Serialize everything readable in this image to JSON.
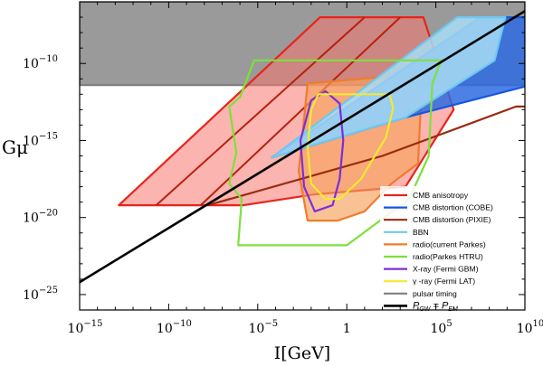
{
  "chart_data": {
    "type": "area",
    "xlabel": "I[GeV]",
    "ylabel": "Gμ",
    "x_scale": "log",
    "y_scale": "log",
    "xlim_log10": [
      -15,
      10
    ],
    "ylim_log10": [
      -26,
      -6
    ],
    "xticks": [
      {
        "pow": -15,
        "label": "10",
        "exp": "−15"
      },
      {
        "pow": -10,
        "label": "10",
        "exp": "−10"
      },
      {
        "pow": -5,
        "label": "10",
        "exp": "−5"
      },
      {
        "pow": 0,
        "label": "1",
        "exp": ""
      },
      {
        "pow": 5,
        "label": "10",
        "exp": "5"
      },
      {
        "pow": 10,
        "label": "10",
        "exp": "10"
      }
    ],
    "yticks": [
      {
        "pow": -10,
        "label": "10",
        "exp": "−10"
      },
      {
        "pow": -15,
        "label": "10",
        "exp": "−15"
      },
      {
        "pow": -20,
        "label": "10",
        "exp": "−20"
      },
      {
        "pow": -25,
        "label": "10",
        "exp": "−25"
      }
    ],
    "series": [
      {
        "name": "CMB anisotropy",
        "color": "#e8241b",
        "fill": "#f8766d",
        "opacity": 0.55,
        "points_log10": [
          [
            -12.8,
            -19.2
          ],
          [
            -1.5,
            -7
          ],
          [
            4.3,
            -7
          ],
          [
            6,
            -13
          ],
          [
            3.3,
            -18
          ],
          [
            -1.8,
            -18.5
          ],
          [
            -5.8,
            -19.2
          ]
        ]
      },
      {
        "name": "CMB distortion (COBE)",
        "color": "#1457e0",
        "fill": "#2f6be0",
        "opacity": 0.85,
        "points_log10": [
          [
            -4.2,
            -16.1
          ],
          [
            7.5,
            -7
          ],
          [
            10,
            -7
          ],
          [
            10,
            -11.5
          ],
          [
            3.3,
            -13.5
          ],
          [
            -4.2,
            -16.1
          ]
        ]
      },
      {
        "name": "CMB distortion (PIXIE)",
        "color": "#9a2a0f",
        "fill": "none",
        "opacity": 1,
        "points_log10": [
          [
            -7.8,
            -19.2
          ],
          [
            2,
            -16
          ],
          [
            9.5,
            -12.8
          ],
          [
            10,
            -12.8
          ]
        ]
      },
      {
        "name": "BBN",
        "color": "#6ec8ef",
        "fill": "#a8ddf4",
        "opacity": 0.85,
        "points_log10": [
          [
            -4.2,
            -16.1
          ],
          [
            6.2,
            -7
          ],
          [
            8.9,
            -7
          ],
          [
            8.3,
            -9.8
          ],
          [
            3.3,
            -13.5
          ],
          [
            -4.2,
            -16.1
          ]
        ]
      },
      {
        "name": "radio(current Parkes)",
        "color": "#f07c2c",
        "fill": "#f6a15c",
        "opacity": 0.65,
        "points_log10": [
          [
            -2.2,
            -11.3
          ],
          [
            1.8,
            -10.9
          ],
          [
            3.3,
            -10.9
          ],
          [
            4.2,
            -11.6
          ],
          [
            4,
            -16.5
          ],
          [
            2.5,
            -17.8
          ],
          [
            1,
            -19.6
          ],
          [
            -0.5,
            -20.2
          ],
          [
            -2.2,
            -20.2
          ],
          [
            -2.7,
            -17
          ],
          [
            -2.2,
            -11.3
          ]
        ]
      },
      {
        "name": "radio(Parkes HTRU)",
        "color": "#7ee03c",
        "fill": "none",
        "opacity": 1,
        "points_log10": [
          [
            -6,
            -12.2
          ],
          [
            -5.2,
            -9.8
          ],
          [
            5.3,
            -9.8
          ],
          [
            4.8,
            -11.3
          ],
          [
            4.6,
            -16
          ],
          [
            3.5,
            -18.8
          ],
          [
            0,
            -21.8
          ],
          [
            -3.4,
            -21.8
          ],
          [
            -6.1,
            -21.8
          ],
          [
            -5.9,
            -18.8
          ],
          [
            -6.6,
            -17.8
          ],
          [
            -6.2,
            -15.8
          ],
          [
            -6.6,
            -12.8
          ],
          [
            -6,
            -12.2
          ]
        ]
      },
      {
        "name": "X-ray (Fermi GBM)",
        "color": "#7a2fd8",
        "fill": "none",
        "opacity": 1,
        "points_log10": [
          [
            -2,
            -12.4
          ],
          [
            -1.2,
            -11.8
          ],
          [
            -0.4,
            -12.6
          ],
          [
            -0.2,
            -15
          ],
          [
            -0.4,
            -17.5
          ],
          [
            -0.8,
            -19.2
          ],
          [
            -1.8,
            -19.6
          ],
          [
            -2.4,
            -18
          ],
          [
            -2.6,
            -15
          ],
          [
            -2,
            -12.4
          ]
        ]
      },
      {
        "name": "γ-ray (Fermi LAT)",
        "color": "#f2ea30",
        "fill": "none",
        "opacity": 1,
        "points_log10": [
          [
            -1.6,
            -12
          ],
          [
            2.4,
            -12
          ],
          [
            2.6,
            -12.9
          ],
          [
            2.2,
            -14.8
          ],
          [
            0.8,
            -17.5
          ],
          [
            -0.4,
            -18.8
          ],
          [
            -1.2,
            -18.8
          ],
          [
            -2,
            -17.8
          ],
          [
            -2.2,
            -15.5
          ],
          [
            -2,
            -13
          ],
          [
            -1.6,
            -12
          ]
        ]
      },
      {
        "name": "pulsar timing",
        "color": "#7f7f7f",
        "fill": "#9a9a9a",
        "opacity": 1,
        "points_log10": [
          [
            -15,
            -11.4
          ],
          [
            10,
            -11.4
          ],
          [
            10,
            -6
          ],
          [
            -15,
            -6
          ]
        ]
      },
      {
        "name": "P_GW = P_EM",
        "color": "#000000",
        "fill": "none",
        "opacity": 1,
        "points_log10": [
          [
            -15,
            -24.2
          ],
          [
            10,
            -6.6
          ]
        ]
      }
    ],
    "extra_lines": [
      {
        "series": "CMB anisotropy",
        "color": "#b8200f",
        "points_log10": [
          [
            -10.7,
            -19.2
          ],
          [
            1,
            -7
          ]
        ]
      },
      {
        "series": "CMB anisotropy",
        "color": "#b8200f",
        "points_log10": [
          [
            -8.2,
            -19.2
          ],
          [
            3,
            -7
          ]
        ]
      }
    ],
    "legend": {
      "placement": "lower-right",
      "entries": [
        {
          "series": "CMB anisotropy",
          "label": "CMB anisotropy",
          "color": "#e8241b"
        },
        {
          "series": "CMB distortion (COBE)",
          "label": "CMB distortion (COBE)",
          "color": "#1457e0"
        },
        {
          "series": "CMB distortion (PIXIE)",
          "label": "CMB distortion (PIXIE)",
          "color": "#9a2a0f"
        },
        {
          "series": "BBN",
          "label": "BBN",
          "color": "#6ec8ef"
        },
        {
          "series": "radio(current Parkes)",
          "label": "radio(current Parkes)",
          "color": "#f07c2c"
        },
        {
          "series": "radio(Parkes HTRU)",
          "label": "radio(Parkes HTRU)",
          "color": "#7ee03c"
        },
        {
          "series": "X-ray (Fermi GBM)",
          "label": "X-ray (Fermi GBM)",
          "color": "#7a2fd8"
        },
        {
          "series": "γ-ray (Fermi LAT)",
          "label": "γ -ray (Fermi LAT)",
          "color": "#f2ea30"
        },
        {
          "series": "pulsar timing",
          "label": "pulsar timing",
          "color": "#7f7f7f"
        },
        {
          "series": "P_GW = P_EM",
          "label": "P",
          "sub1": "GW",
          "mid": " = P",
          "sub2": "EM",
          "color": "#000000"
        }
      ]
    }
  }
}
